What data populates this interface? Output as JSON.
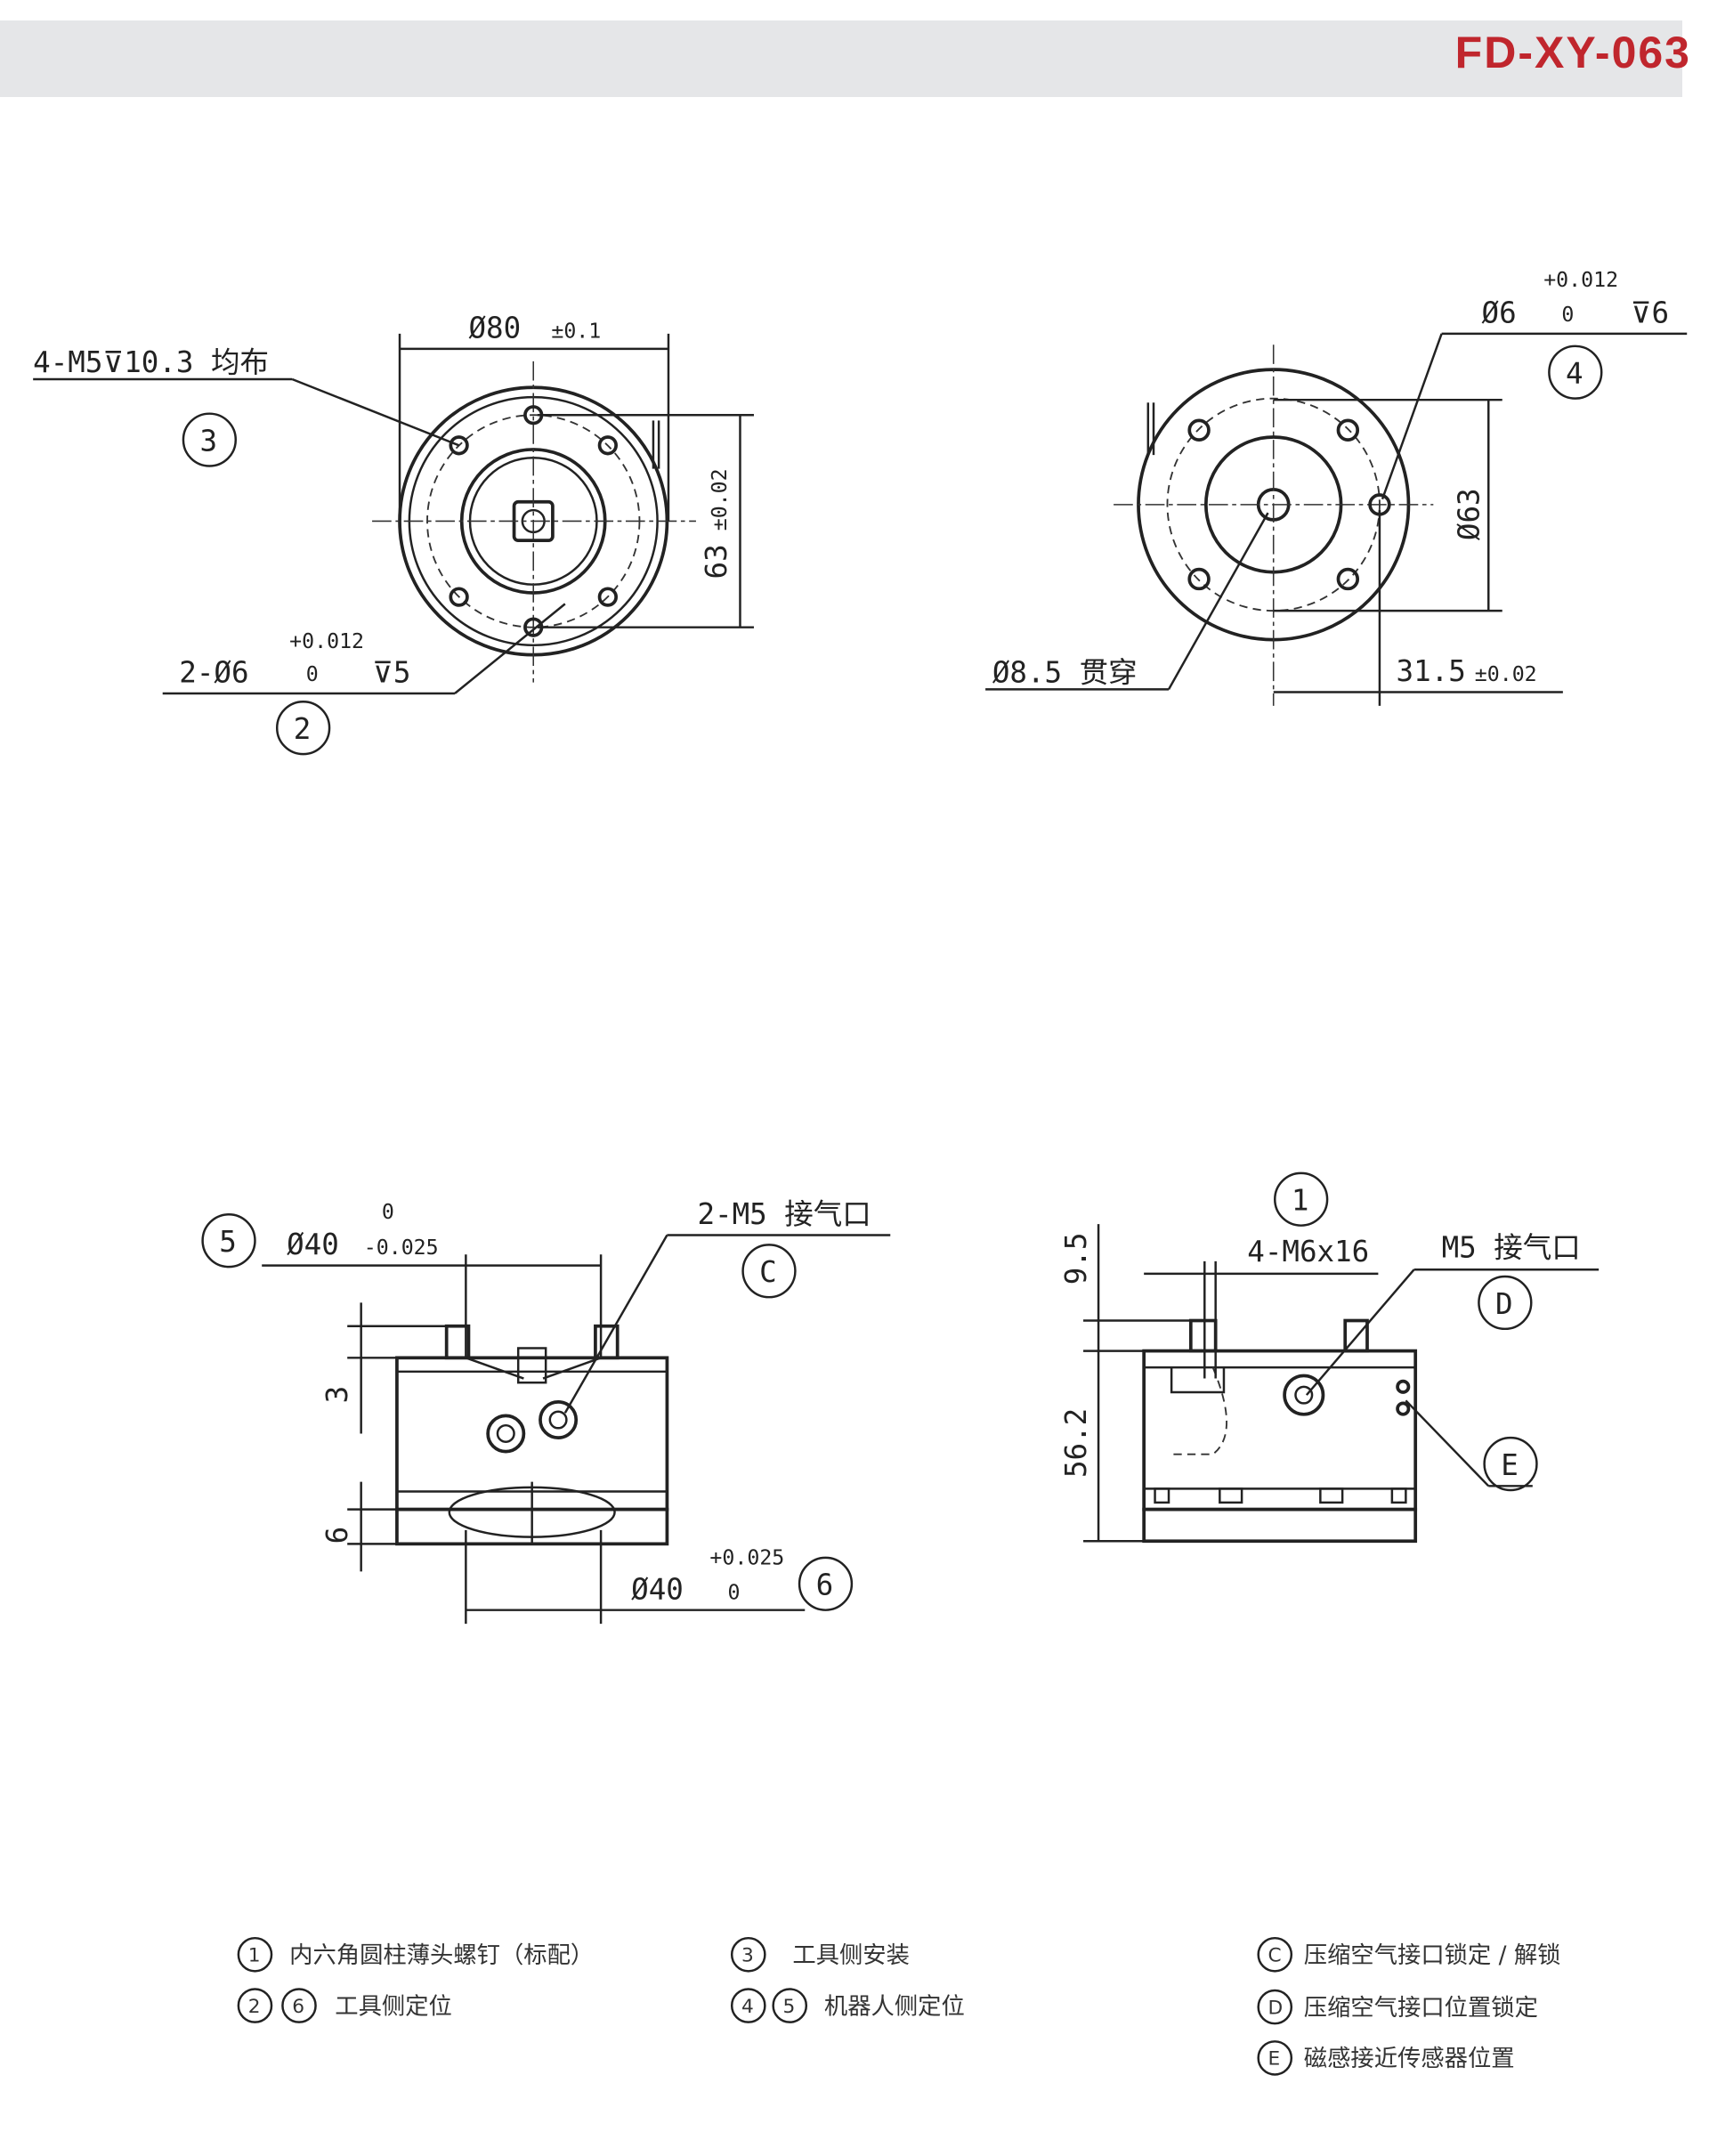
{
  "header": {
    "model": "FD-XY-063",
    "accent_color": "#c0262d",
    "band_color": "#e5e6e8"
  },
  "top_left_view": {
    "thread_note": "4-M5⊽10.3 均布",
    "callout_3": "3",
    "dia_80": "Ø80",
    "dia_80_tol": "±0.1",
    "dim_63": "63",
    "dim_63_tol": "±0.02",
    "pin_note": "2-Ø6",
    "pin_tol_upper": "+0.012",
    "pin_tol_lower": "0",
    "pin_depth": "⊽5",
    "callout_2": "2"
  },
  "top_right_view": {
    "pin_note": "Ø6",
    "pin_tol_upper": "+0.012",
    "pin_tol_lower": "0",
    "pin_depth": "⊽6",
    "callout_4": "4",
    "dia_63": "Ø63",
    "through_hole": "Ø8.5 贯穿",
    "dim_31_5": "31.5",
    "dim_31_5_tol": "±0.02"
  },
  "bottom_left_view": {
    "callout_5": "5",
    "dia_40_top": "Ø40",
    "dia_40_top_tol_upper": "0",
    "dia_40_top_tol_lower": "-0.025",
    "air_port": "2-M5 接气口",
    "callout_c": "C",
    "dim_3": "3",
    "dim_6": "6",
    "dia_40_bottom": "Ø40",
    "dia_40_bottom_tol_upper": "+0.025",
    "dia_40_bottom_tol_lower": "0",
    "callout_6": "6"
  },
  "bottom_right_view": {
    "callout_1": "1",
    "screw_note": "4-M6x16",
    "air_port": "M5 接气口",
    "callout_d": "D",
    "dim_9_5": "9.5",
    "dim_56_2": "56.2",
    "callout_e": "E"
  },
  "legend": [
    {
      "marks": [
        "1"
      ],
      "text": "内六角圆柱薄头螺钉（标配）"
    },
    {
      "marks": [
        "2",
        "6"
      ],
      "text": "工具侧定位"
    },
    {
      "marks": [
        "3"
      ],
      "text": "工具侧安装"
    },
    {
      "marks": [
        "4",
        "5"
      ],
      "text": "机器人侧定位"
    },
    {
      "marks": [
        "C"
      ],
      "text": "压缩空气接口锁定 / 解锁"
    },
    {
      "marks": [
        "D"
      ],
      "text": "压缩空气接口位置锁定"
    },
    {
      "marks": [
        "E"
      ],
      "text": "磁感接近传感器位置"
    }
  ]
}
